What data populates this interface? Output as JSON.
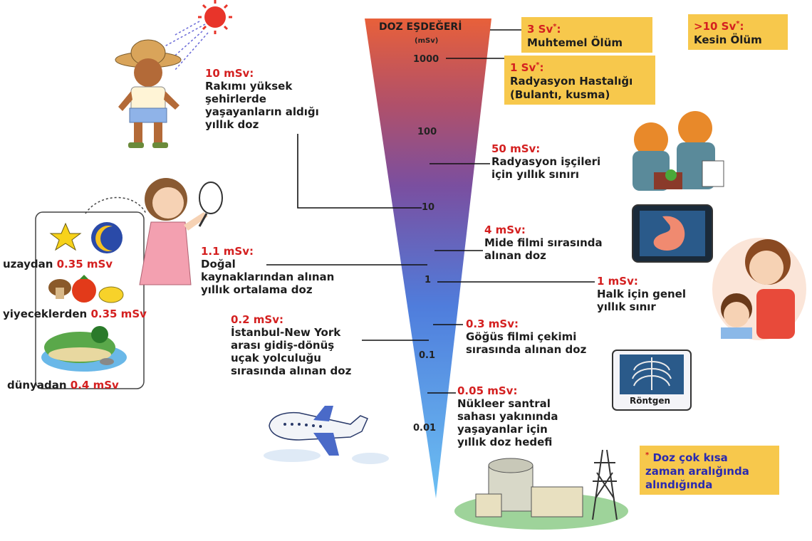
{
  "scale": {
    "title": "DOZ EŞDEĞERİ",
    "unit": "(mSv)",
    "ticks": [
      "1000",
      "100",
      "10",
      "1",
      "0.1",
      "0.01"
    ],
    "colors": {
      "top": "#e8603a",
      "mid": "#7a4fa0",
      "bottom": "#5aa8ef"
    }
  },
  "boxes": {
    "b3sv": {
      "value": "3 Sv",
      "mark": "*",
      "text": "Muhtemel Ölüm"
    },
    "b1sv": {
      "value": "1 Sv",
      "mark": "*",
      "line1": "Radyasyon Hastalığı",
      "line2": "(Bulantı, kusma)"
    },
    "b10sv": {
      "value": ">10 Sv",
      "mark": "*",
      "text": "Kesin Ölüm"
    },
    "note": {
      "mark": "*",
      "line1": "Doz çok kısa",
      "line2": "zaman aralığında",
      "line3": "alındığında"
    }
  },
  "labels": {
    "l10": {
      "value": "10 mSv:",
      "lines": [
        "Rakımı yüksek",
        "şehirlerde",
        "yaşayanların aldığı",
        "yıllık doz"
      ]
    },
    "l50": {
      "value": "50 mSv:",
      "lines": [
        "Radyasyon işçileri",
        "için yıllık sınırı"
      ]
    },
    "l4": {
      "value": "4 mSv:",
      "lines": [
        "Mide filmi sırasında",
        "alınan doz"
      ]
    },
    "l11": {
      "value": "1.1 mSv:",
      "lines": [
        "Doğal",
        "kaynaklarından alınan",
        "yıllık ortalama doz"
      ]
    },
    "l1": {
      "value": "1 mSv:",
      "lines": [
        "Halk için genel",
        "yıllık sınır"
      ]
    },
    "l02": {
      "value": "0.2 mSv:",
      "lines": [
        "İstanbul-New York",
        "arası gidiş-dönüş",
        "uçak yolculuğu",
        "sırasında alınan doz"
      ]
    },
    "l03": {
      "value": "0.3 mSv:",
      "lines": [
        "Göğüs filmi çekimi",
        "sırasında alınan doz"
      ]
    },
    "l005": {
      "value": "0.05 mSv:",
      "lines": [
        "Nükleer santral",
        "sahası yakınında",
        "yaşayanlar için",
        "yıllık doz hedefi"
      ]
    }
  },
  "natural": {
    "space": {
      "text": "uzaydan",
      "value": "0.35 mSv"
    },
    "food": {
      "text": "yiyeceklerden",
      "value": "0.35 mSv"
    },
    "earth": {
      "text": "dünyadan",
      "value": "0.4 mSv"
    }
  },
  "xray_label": "Röntgen"
}
